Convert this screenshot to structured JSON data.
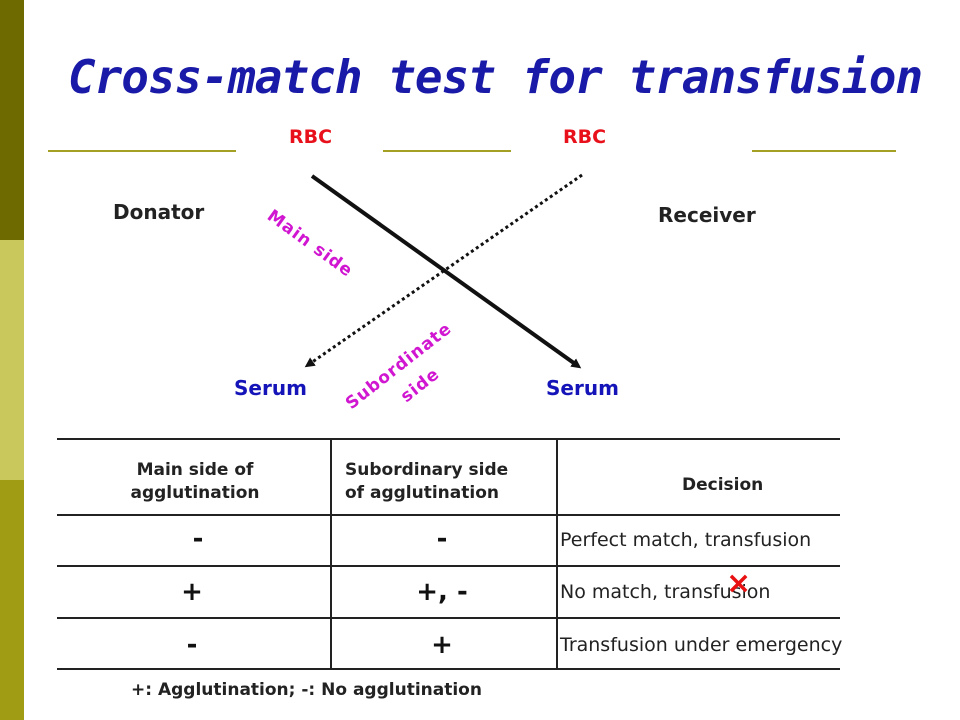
{
  "title": "Cross-match test for transfusion",
  "diagram": {
    "rbc_left": "RBC",
    "rbc_right": "RBC",
    "donor": "Donator",
    "receiver": "Receiver",
    "serum_left": "Serum",
    "serum_right": "Serum",
    "main_side": "Main side",
    "subordinate_line1": "Subordinate",
    "subordinate_line2": "side"
  },
  "table": {
    "headers": {
      "main_line1": "Main side of",
      "main_line2": "agglutination",
      "sub_line1": "Subordinary side",
      "sub_line2": "of agglutination",
      "decision": "Decision"
    },
    "rows": [
      {
        "main": "-",
        "sub": "-",
        "decision": "Perfect match, transfusion"
      },
      {
        "main": "+",
        "sub": "+, -",
        "decision": "No match, transfusion"
      },
      {
        "main": "-",
        "sub": "+",
        "decision": "Transfusion under emergency"
      }
    ],
    "cross_mark": "×"
  },
  "footnote": "+: Agglutination; -: No agglutination",
  "colors": {
    "title": "#1a1aa8",
    "rbc": "#e8101a",
    "serum": "#1414b8",
    "side_label": "#d016d0",
    "rule": "#a4a026",
    "cross": "#e81010"
  }
}
